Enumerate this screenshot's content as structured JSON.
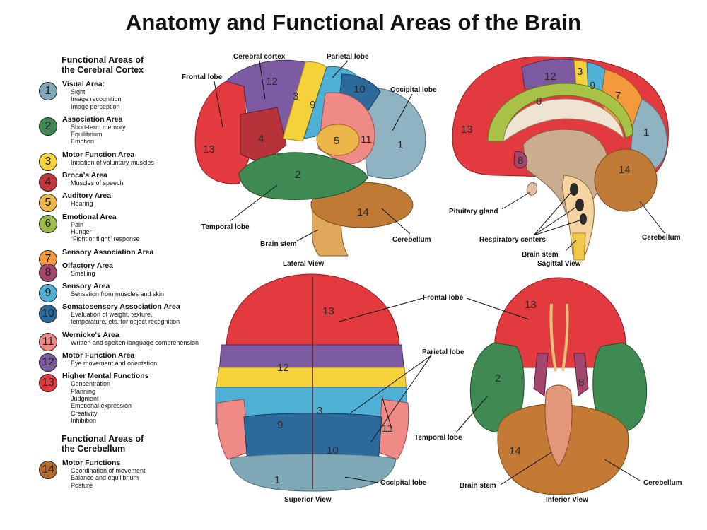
{
  "title": "Anatomy and Functional Areas of the Brain",
  "legend": {
    "cortex_heading_1": "Functional Areas of",
    "cortex_heading_2": "the Cerebral Cortex",
    "cerebellum_heading_1": "Functional Areas of",
    "cerebellum_heading_2": "the Cerebellum",
    "areas": [
      {
        "num": "1",
        "name": "Visual Area:",
        "color": "#7fa8b7",
        "desc": [
          "Sight",
          "Image recognition",
          "Image perception"
        ]
      },
      {
        "num": "2",
        "name": "Association Area",
        "color": "#3f8a52",
        "desc": [
          "Short-term memory",
          "Equilibrium",
          "Emotion"
        ]
      },
      {
        "num": "3",
        "name": "Motor Function Area",
        "color": "#f5d23a",
        "desc": [
          "Initiation of voluntary muscles"
        ]
      },
      {
        "num": "4",
        "name": "Broca's Area",
        "color": "#c0373d",
        "desc": [
          "Muscles of speech"
        ]
      },
      {
        "num": "5",
        "name": "Auditory Area",
        "color": "#edb64a",
        "desc": [
          "Hearing"
        ]
      },
      {
        "num": "6",
        "name": "Emotional Area",
        "color": "#9dbb4a",
        "desc": [
          "Pain",
          "Hunger",
          "“Fight or flight” response"
        ]
      },
      {
        "num": "7",
        "name": "Sensory Association Area",
        "color": "#f39a3d",
        "desc": []
      },
      {
        "num": "8",
        "name": "Olfactory Area",
        "color": "#a4466e",
        "desc": [
          "Smelling"
        ]
      },
      {
        "num": "9",
        "name": "Sensory Area",
        "color": "#4fb0d6",
        "desc": [
          "Sensation from muscles and skin"
        ]
      },
      {
        "num": "10",
        "name": "Somatosensory Association Area",
        "color": "#2b6a9a",
        "desc": [
          "Evaluation of weight, texture,",
          "temperature, etc. for object recognition"
        ]
      },
      {
        "num": "11",
        "name": "Wernicke's Area",
        "color": "#ef8a86",
        "desc": [
          "Written and spoken language comprehension"
        ]
      },
      {
        "num": "12",
        "name": "Motor Function Area",
        "color": "#7d5ba2",
        "desc": [
          "Eye movement and orientation"
        ]
      },
      {
        "num": "13",
        "name": "Higher Mental Functions",
        "color": "#e23a3f",
        "desc": [
          "Concentration",
          "Planning",
          "Judgment",
          "Emotional expression",
          "Creativity",
          "Inhibition"
        ]
      }
    ],
    "cerebellum_area": {
      "num": "14",
      "name": "Motor Functions",
      "color": "#b86a2c",
      "desc": [
        "Coordination of movement",
        "Balance and equilibrium",
        "Posture"
      ]
    }
  },
  "views": {
    "lateral": {
      "caption": "Lateral View",
      "labels": {
        "frontal": "Frontal lobe",
        "cortex": "Cerebral cortex",
        "parietal": "Parietal lobe",
        "occipital": "Occipital lobe",
        "temporal": "Temporal lobe",
        "brainstem": "Brain stem",
        "cerebellum": "Cerebellum"
      }
    },
    "sagittal": {
      "caption": "Sagittal View",
      "labels": {
        "pituitary": "Pituitary gland",
        "respiratory": "Respiratory centers",
        "brainstem": "Brain stem",
        "cerebellum": "Cerebellum"
      }
    },
    "superior": {
      "caption": "Superior View",
      "labels": {
        "frontal": "Frontal lobe",
        "parietal": "Parietal lobe",
        "occipital": "Occipital lobe"
      }
    },
    "inferior": {
      "caption": "Inferior View",
      "labels": {
        "temporal": "Temporal lobe",
        "brainstem": "Brain stem",
        "cerebellum": "Cerebellum"
      }
    }
  }
}
